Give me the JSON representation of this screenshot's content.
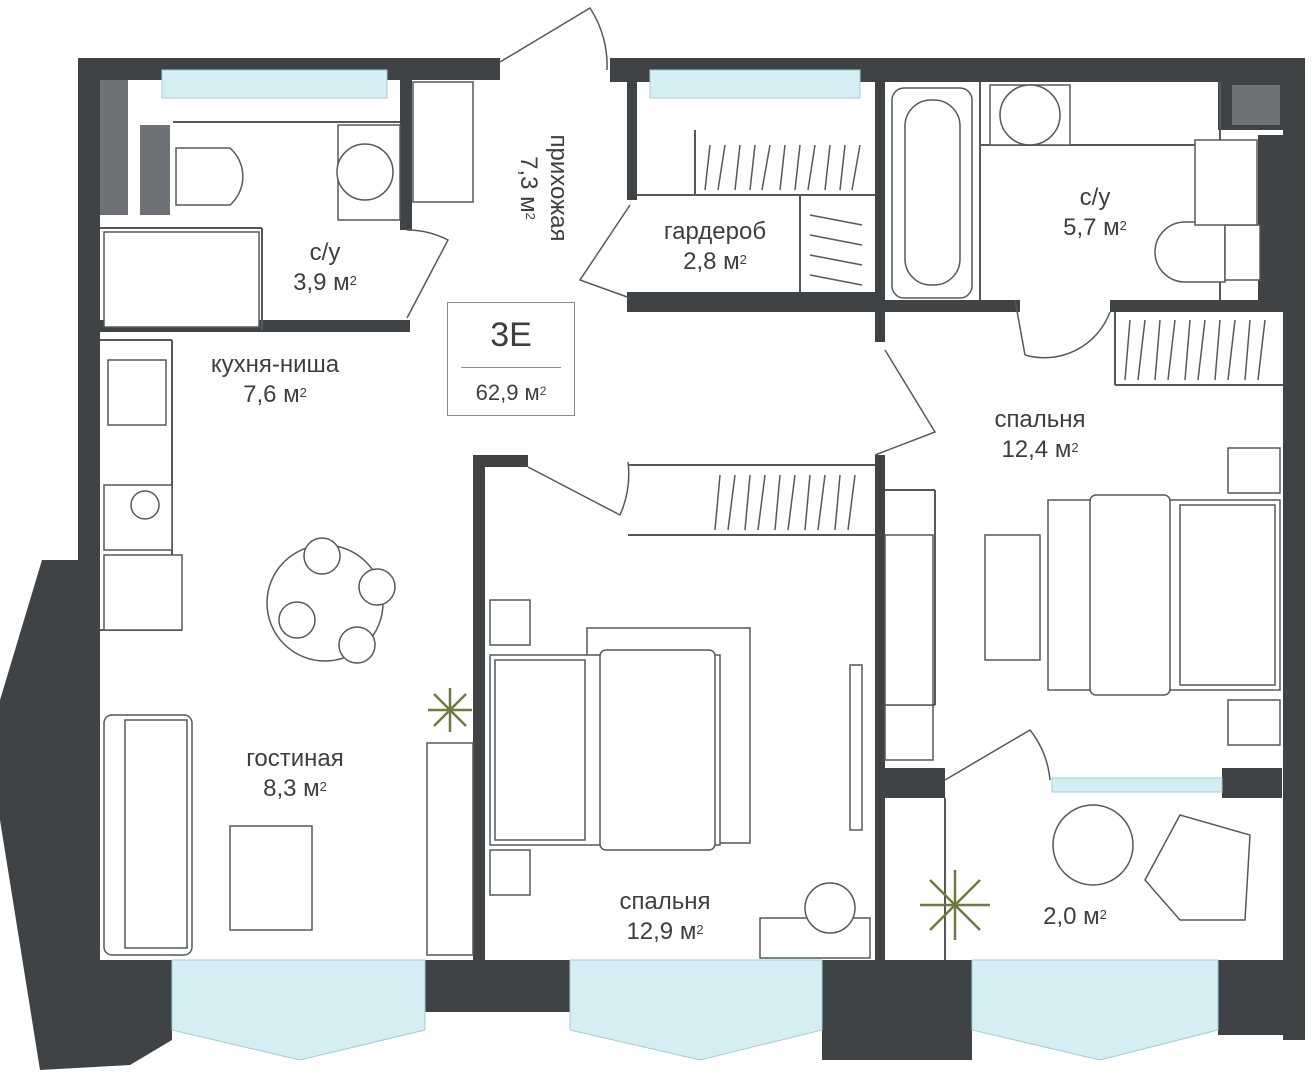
{
  "apartment": {
    "code": "3E",
    "total_area": "62,9 м",
    "sup": "2"
  },
  "rooms": {
    "wc1": {
      "name": "с/у",
      "area": "3,9 м",
      "sup": "2"
    },
    "hall": {
      "name": "прихожая",
      "area": "7,3 м",
      "sup": "2"
    },
    "wardrobe": {
      "name": "гардероб",
      "area": "2,8 м",
      "sup": "2"
    },
    "wc2": {
      "name": "с/у",
      "area": "5,7 м",
      "sup": "2"
    },
    "kitchen": {
      "name": "кухня-ниша",
      "area": "7,6 м",
      "sup": "2"
    },
    "bedroom_right": {
      "name": "спальня",
      "area": "12,4 м",
      "sup": "2"
    },
    "living": {
      "name": "гостиная",
      "area": "8,3 м",
      "sup": "2"
    },
    "bedroom_center": {
      "name": "спальня",
      "area": "12,9 м",
      "sup": "2"
    },
    "balcony": {
      "area": "2,0 м",
      "sup": "2"
    }
  },
  "colors": {
    "wall": "#3f4346",
    "wall_light": "#6e7276",
    "window": "#d5eef3",
    "line": "#55595c",
    "label": "#3c3f42"
  }
}
